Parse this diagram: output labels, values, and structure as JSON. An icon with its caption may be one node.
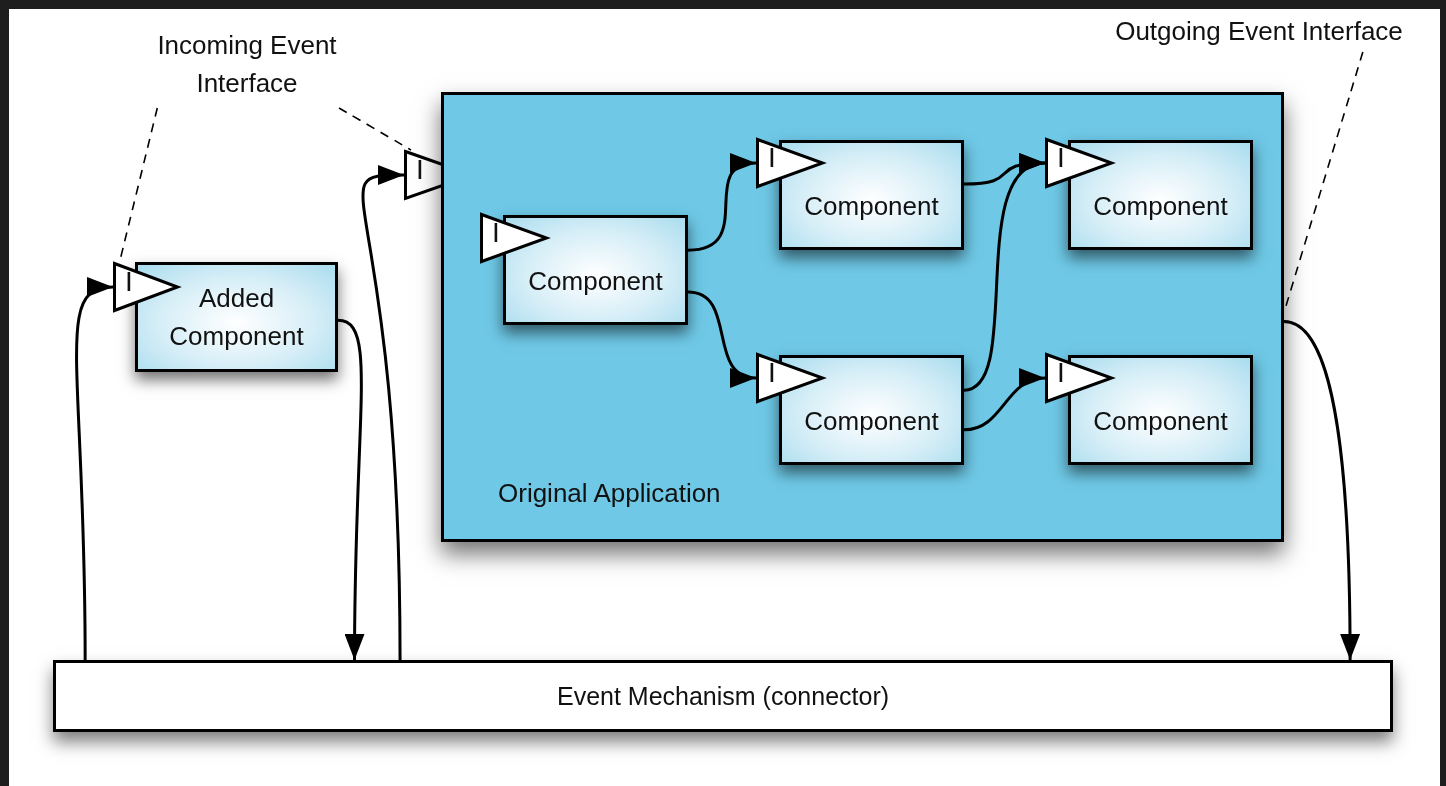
{
  "diagram": {
    "nodes": [
      {
        "text": [
          "Incoming Event Interface"
        ]
      },
      {
        "text": [
          "Outgoing Event Interface"
        ]
      },
      {
        "text": [
          "Added Component"
        ]
      },
      {
        "text": [
          "I"
        ]
      },
      {
        "text": [
          "I"
        ]
      },
      {
        "text": [
          "Original Application"
        ]
      },
      {
        "text": [
          "Component"
        ],
        "in": 5
      },
      {
        "text": [
          "I"
        ],
        "in": 5
      },
      {
        "text": [
          "Component"
        ],
        "in": 5
      },
      {
        "text": [
          "I"
        ],
        "in": 5
      },
      {
        "text": [
          "Component"
        ],
        "in": 5
      },
      {
        "text": [
          "I"
        ],
        "in": 5
      },
      {
        "text": [
          "Component"
        ],
        "in": 5
      },
      {
        "text": [
          "I"
        ],
        "in": 5
      },
      {
        "text": [
          "Component"
        ],
        "in": 5
      },
      {
        "text": [
          "I"
        ],
        "in": 5
      },
      {
        "text": [
          "Event Mechanism (connector)"
        ]
      }
    ],
    "edges": [
      {
        "from": 0,
        "to": 3,
        "arrow": "none",
        "style": "dashed"
      },
      {
        "from": 0,
        "to": 4,
        "arrow": "none",
        "style": "dashed"
      },
      {
        "from": 1,
        "to": 5,
        "arrow": "none",
        "style": "dashed"
      },
      {
        "from": 16,
        "to": 3,
        "arrow": "to"
      },
      {
        "from": 2,
        "to": 16,
        "arrow": "to"
      },
      {
        "from": 16,
        "to": 4,
        "arrow": "to"
      },
      {
        "from": 6,
        "to": 9,
        "arrow": "to"
      },
      {
        "from": 6,
        "to": 11,
        "arrow": "to"
      },
      {
        "from": 8,
        "to": 13,
        "arrow": "to"
      },
      {
        "from": 10,
        "to": 13,
        "arrow": "to"
      },
      {
        "from": 10,
        "to": 15,
        "arrow": "to"
      },
      {
        "from": 5,
        "to": 16,
        "arrow": "to"
      }
    ]
  }
}
